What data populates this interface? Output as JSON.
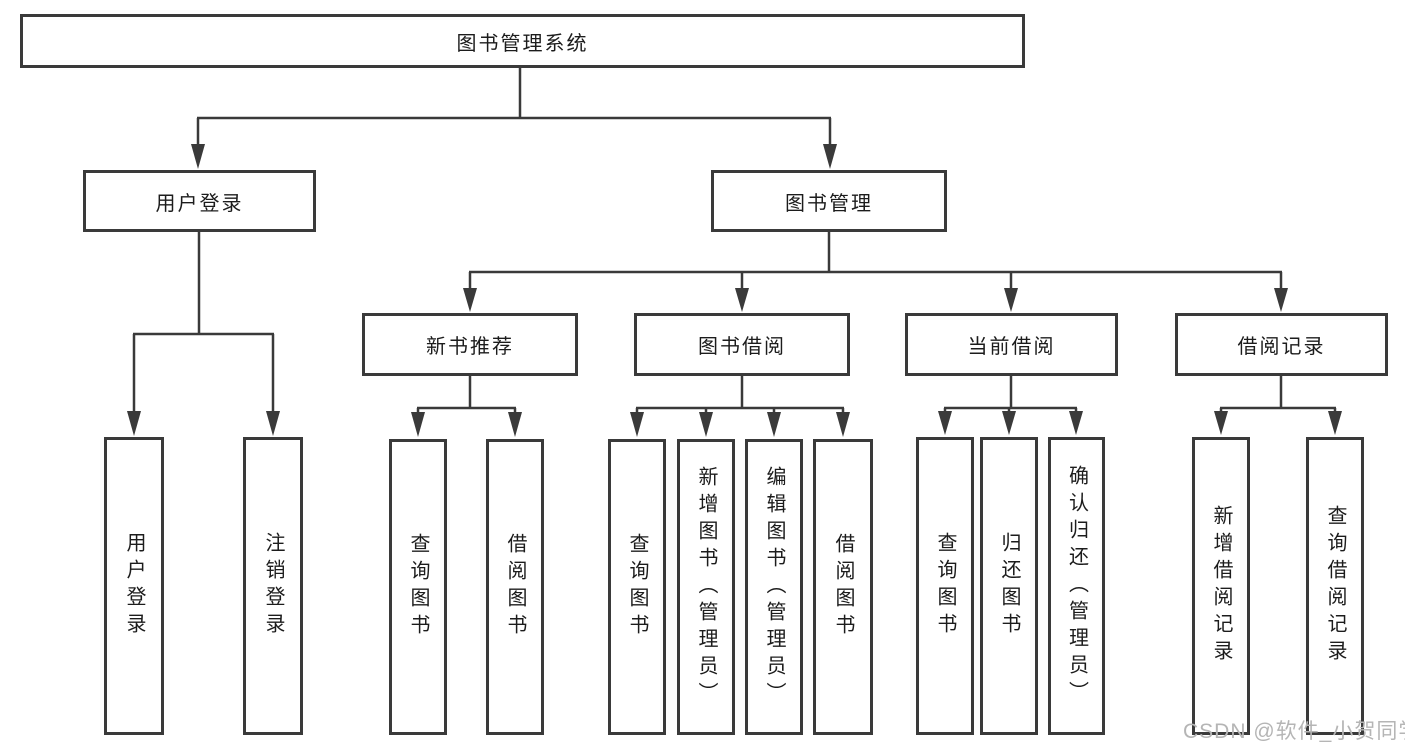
{
  "diagram": {
    "title": "图书管理系统",
    "level1": [
      {
        "label": "用户登录"
      },
      {
        "label": "图书管理"
      }
    ],
    "level2": [
      {
        "label": "新书推荐"
      },
      {
        "label": "图书借阅"
      },
      {
        "label": "当前借阅"
      },
      {
        "label": "借阅记录"
      }
    ],
    "leaves": {
      "user_login": [
        "用户登录",
        "注销登录"
      ],
      "new_book_recommend": [
        "查询图书",
        "借阅图书"
      ],
      "book_borrow": [
        "查询图书",
        "新增图书（管理员）",
        "编辑图书（管理员）",
        "借阅图书"
      ],
      "current_borrow": [
        "查询图书",
        "归还图书",
        "确认归还（管理员）"
      ],
      "borrow_records": [
        "新增借阅记录",
        "查询借阅记录"
      ]
    }
  },
  "watermark": "CSDN @软件_小贺同学",
  "colors": {
    "line": "#3a3a3a",
    "text": "#1c1c1c",
    "watermark": "#b5b5b5",
    "background": "#ffffff"
  }
}
